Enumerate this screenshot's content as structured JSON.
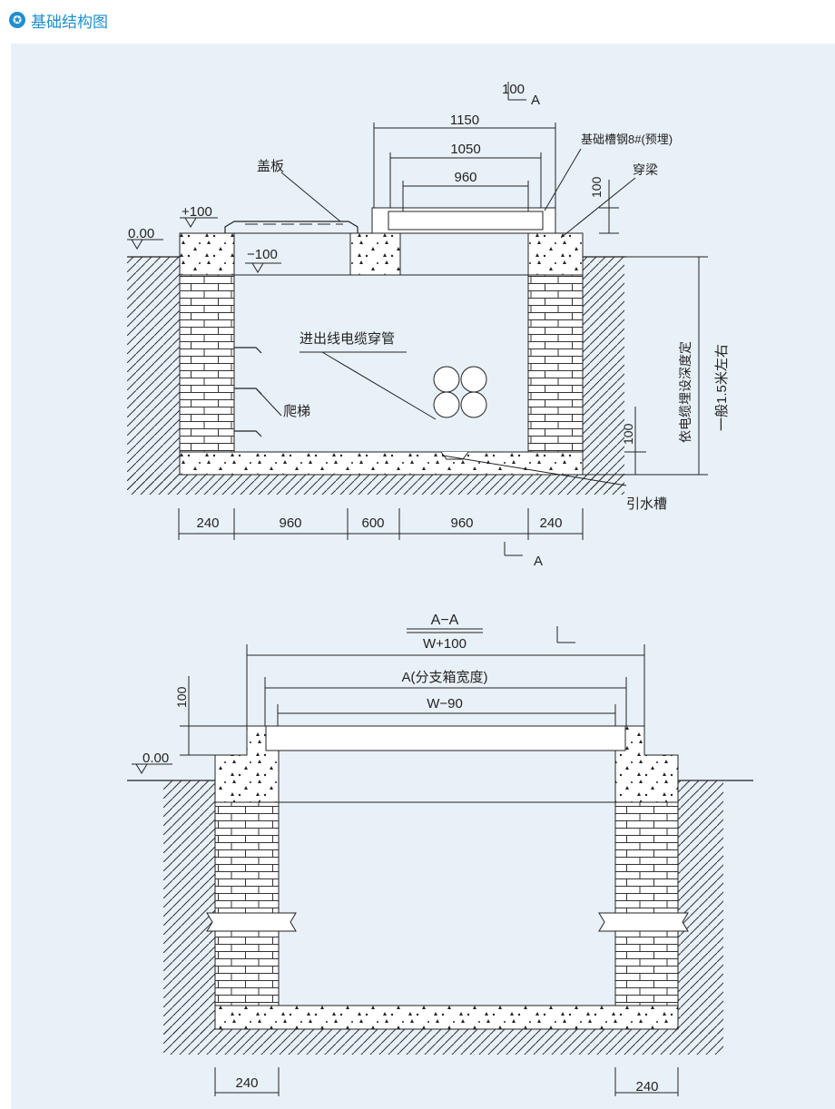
{
  "header": {
    "icon": "star-icon",
    "title": "基础结构图",
    "accent": "#1f8fd0"
  },
  "panel_bg": "#e9f1f8",
  "plan": {
    "section_mark": "A",
    "dim_100_top": "100",
    "dim_1150": "1150",
    "dim_1050": "1050",
    "dim_960_top": "960",
    "label_cover": "盖板",
    "label_channel": "基础槽钢8#(预埋)",
    "label_beam": "穿梁",
    "dim_100_beam": "100",
    "level_plus100": "+100",
    "level_zero": "0.00",
    "level_minus100": "−100",
    "label_cable_pipe": "进出线电缆穿管",
    "label_ladder": "爬梯",
    "dim_100_bottom": "100",
    "label_depth_rule": "依电缆埋设深度定",
    "label_depth_typical": "一般1.5米左右",
    "label_drain": "引水槽",
    "bottom_dims": [
      "240",
      "960",
      "600",
      "960",
      "240"
    ],
    "section_mark_bottom": "A"
  },
  "section": {
    "title": "A−A",
    "dim_total": "W+100",
    "dim_width": "A(分支箱宽度)",
    "dim_inner": "W−90",
    "dim_100": "100",
    "level_zero": "0.00",
    "dim_left": "240",
    "dim_right": "240"
  }
}
